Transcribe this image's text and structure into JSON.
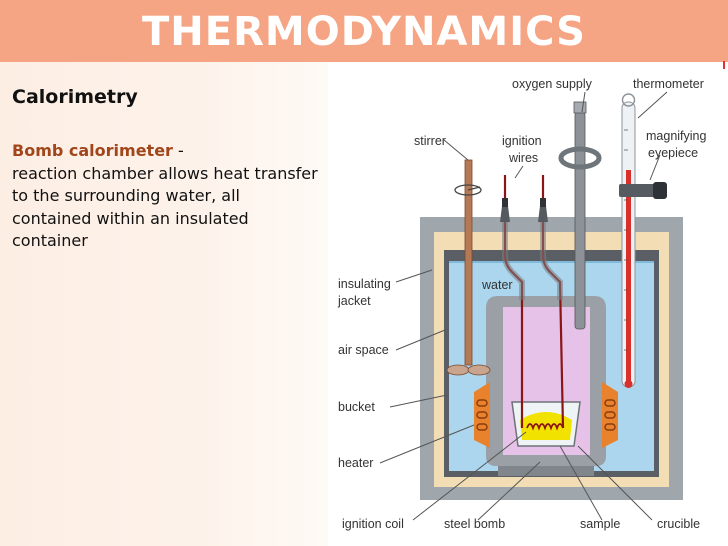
{
  "header": {
    "title": "THERMODYNAMICS"
  },
  "content": {
    "section_title": "Calorimetry",
    "term": "Bomb calorimeter",
    "term_dash": " -",
    "description": "reaction chamber allows heat transfer to the surrounding water, all contained within an insulated container"
  },
  "diagram": {
    "labels": {
      "oxygen_supply": "oxygen supply",
      "thermometer": "thermometer",
      "stirrer": "stirrer",
      "ignition_line1": "ignition",
      "ignition_line2": "wires",
      "magnifying_line1": "magnifying",
      "magnifying_line2": "eyepiece",
      "insulating_line1": "insulating",
      "insulating_line2": "jacket",
      "water": "water",
      "air_space": "air space",
      "bucket": "bucket",
      "heater": "heater",
      "ignition_coil": "ignition coil",
      "steel_bomb": "steel bomb",
      "sample": "sample",
      "crucible": "crucible"
    },
    "colors": {
      "jacket": "#9fa7ad",
      "air_space": "#f3ddb5",
      "water": "#acd6ee",
      "bomb": "#9aa0a6",
      "bomb_interior": "#e6c2e8",
      "heater": "#e8822c",
      "sample": "#f2e200",
      "wire": "#8b1414"
    }
  }
}
